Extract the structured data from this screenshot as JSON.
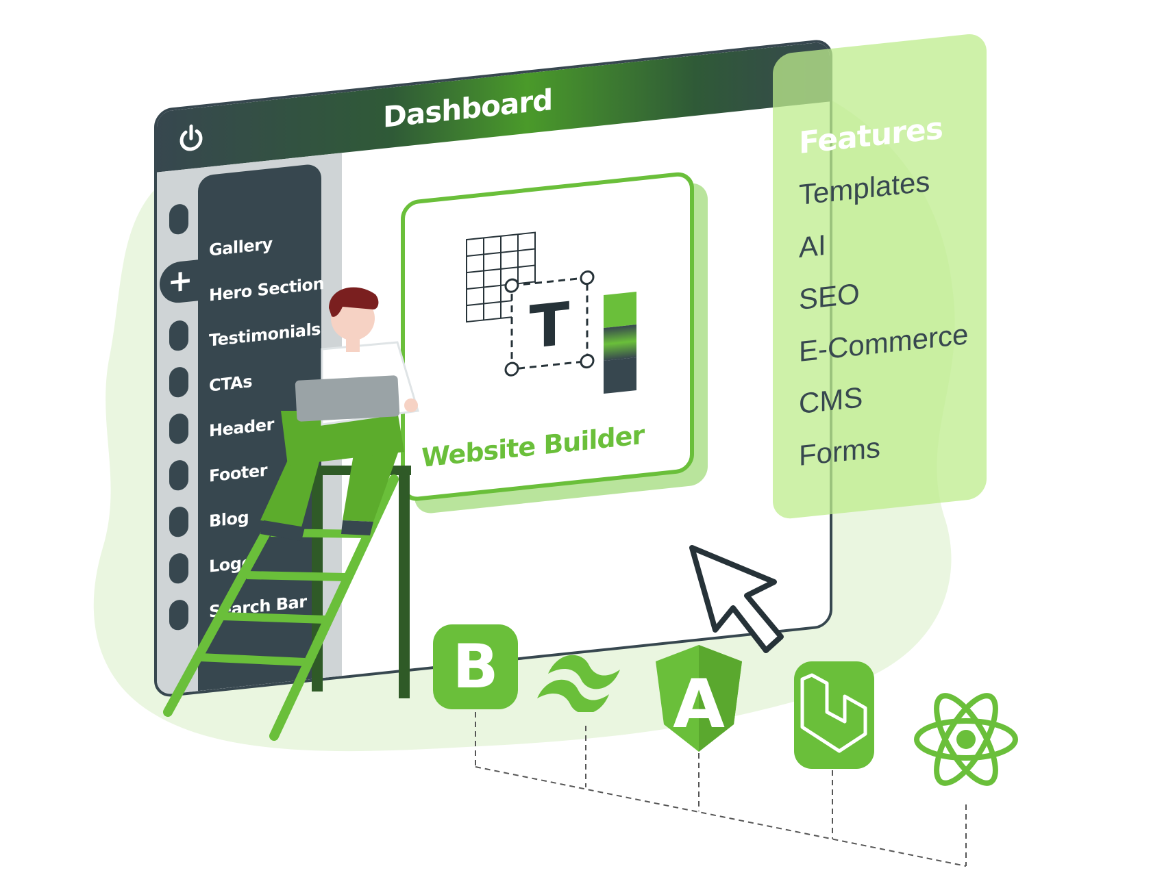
{
  "dashboard": {
    "title": "Dashboard",
    "power_icon": "power-icon",
    "add_icon": "plus-icon",
    "add_symbol": "+"
  },
  "sidebar": {
    "items": [
      {
        "label": "Gallery"
      },
      {
        "label": "Hero Section"
      },
      {
        "label": "Testimonials"
      },
      {
        "label": "CTAs"
      },
      {
        "label": "Header"
      },
      {
        "label": "Footer"
      },
      {
        "label": "Blog"
      },
      {
        "label": "Logo"
      },
      {
        "label": "Search Bar"
      }
    ]
  },
  "builder": {
    "title": "Website Builder",
    "glyph": "T",
    "icons": [
      "grid-icon",
      "text-tool-icon",
      "color-swatch-icon"
    ]
  },
  "features": {
    "heading": "Features",
    "items": [
      "Templates",
      "AI",
      "SEO",
      "E-Commerce",
      "CMS",
      "Forms"
    ]
  },
  "logos": [
    {
      "icon": "bootstrap-icon",
      "letter": "B"
    },
    {
      "icon": "tailwind-icon"
    },
    {
      "icon": "angular-icon",
      "letter": "A"
    },
    {
      "icon": "laravel-icon"
    },
    {
      "icon": "react-icon"
    }
  ],
  "cursor": {
    "icon": "cursor-arrow-icon"
  },
  "colors": {
    "dark": "#37474f",
    "green": "#6abf3a",
    "light_green": "#b9e49c",
    "blob": "#eaf6e0"
  }
}
